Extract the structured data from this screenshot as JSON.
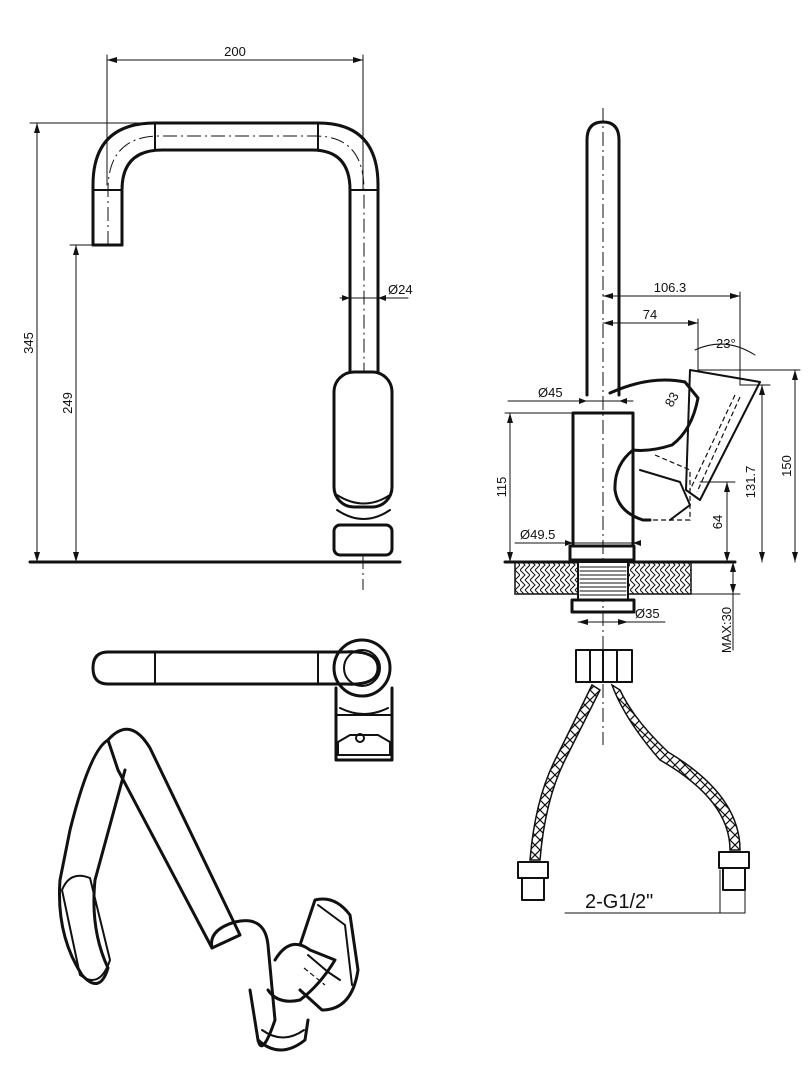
{
  "colors": {
    "line": "#111111",
    "background": "#ffffff",
    "hatch": "#111111"
  },
  "front_view": {
    "width_dim": "200",
    "total_height_dim": "345",
    "spout_height_dim": "249",
    "pipe_diameter_dim": "Ø24"
  },
  "side_view": {
    "reach_dim": "106.3",
    "reach_lever_dim": "74",
    "angle_dim": "23°",
    "lever_length_dim": "83",
    "handle_dia_dim": "Ø45",
    "body_dia_dim": "Ø49.5",
    "body_height_dim": "115",
    "handle_height_dim": "131.7",
    "lever_height_dim": "150",
    "base_height_dim": "64",
    "shank_dia_dim": "Ø35",
    "deck_thickness_dim": "MAX:30",
    "connection_label": "2-G1/2\""
  }
}
